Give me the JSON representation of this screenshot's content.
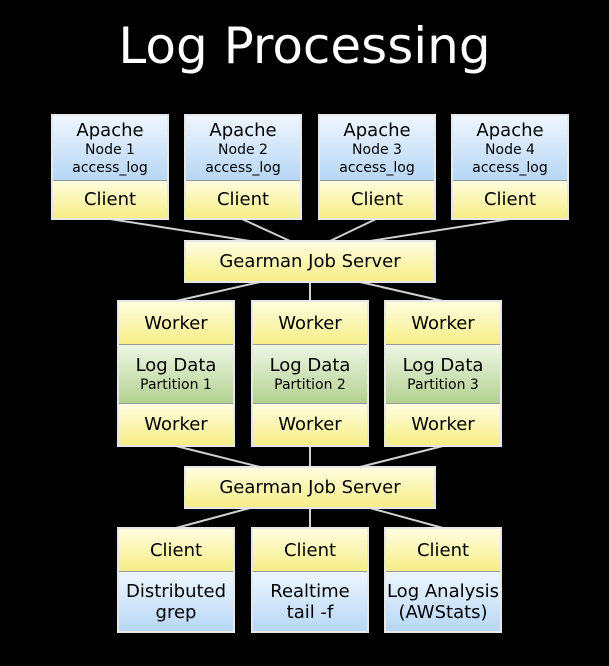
{
  "title": "Log Processing",
  "colors": {
    "background": "#000000",
    "blue_cell": "#b7d7f5",
    "yellow_cell": "#f6ee86",
    "green_cell": "#b3d191",
    "border": "#e6e6e6"
  },
  "apache_nodes": [
    {
      "name": "Apache",
      "node": "Node 1",
      "log": "access_log",
      "client": "Client"
    },
    {
      "name": "Apache",
      "node": "Node 2",
      "log": "access_log",
      "client": "Client"
    },
    {
      "name": "Apache",
      "node": "Node 3",
      "log": "access_log",
      "client": "Client"
    },
    {
      "name": "Apache",
      "node": "Node 4",
      "log": "access_log",
      "client": "Client"
    }
  ],
  "job_server_top": "Gearman Job Server",
  "partitions": [
    {
      "worker_top": "Worker",
      "data": "Log Data",
      "partition": "Partition 1",
      "worker_bottom": "Worker"
    },
    {
      "worker_top": "Worker",
      "data": "Log Data",
      "partition": "Partition 2",
      "worker_bottom": "Worker"
    },
    {
      "worker_top": "Worker",
      "data": "Log Data",
      "partition": "Partition 3",
      "worker_bottom": "Worker"
    }
  ],
  "job_server_bottom": "Gearman Job Server",
  "consumers": [
    {
      "client": "Client",
      "line1": "Distributed",
      "line2": "grep"
    },
    {
      "client": "Client",
      "line1": "Realtime",
      "line2": "tail -f"
    },
    {
      "client": "Client",
      "line1": "Log Analysis",
      "line2": "(AWStats)"
    }
  ]
}
